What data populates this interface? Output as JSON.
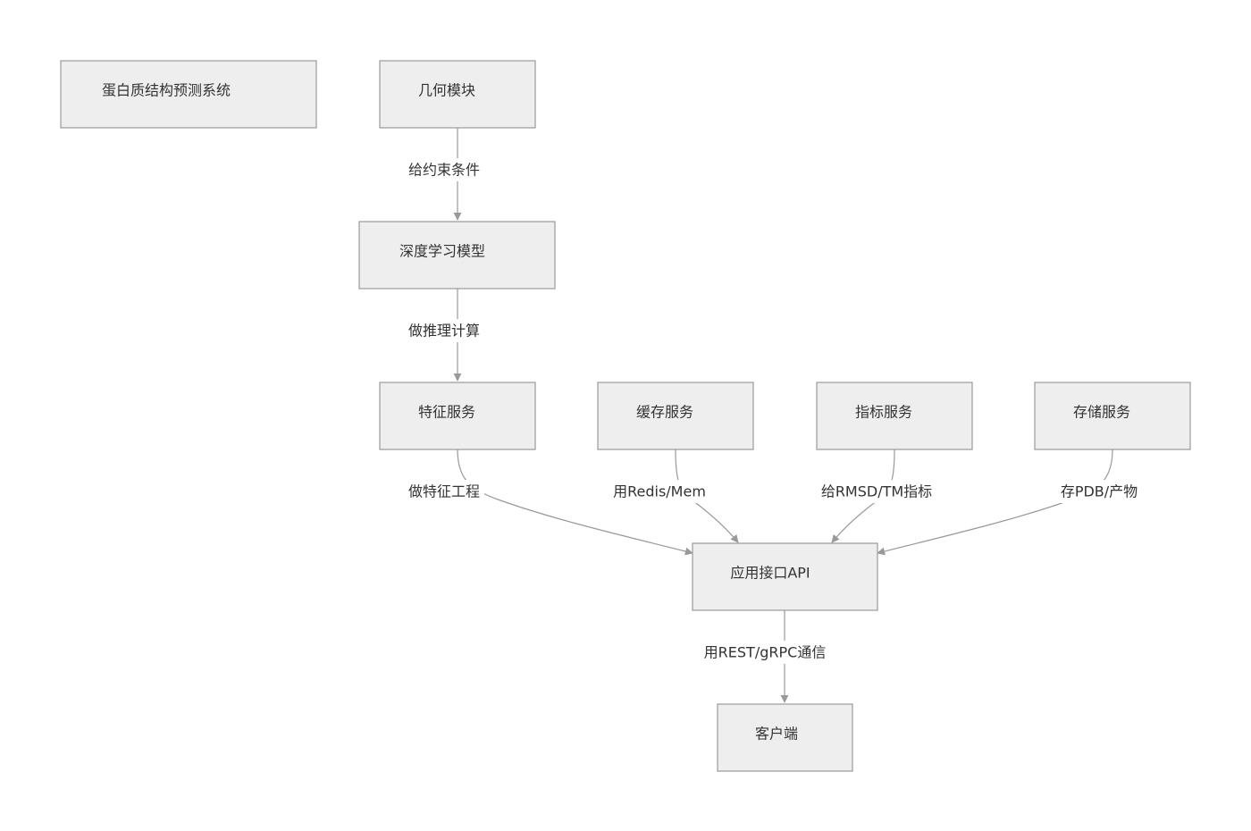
{
  "diagram": {
    "nodes": [
      {
        "id": "title",
        "label": "蛋白质结构预测系统"
      },
      {
        "id": "geometry",
        "label": "几何模块"
      },
      {
        "id": "model",
        "label": "深度学习模型"
      },
      {
        "id": "feature",
        "label": "特征服务"
      },
      {
        "id": "cache",
        "label": "缓存服务"
      },
      {
        "id": "metric",
        "label": "指标服务"
      },
      {
        "id": "storage",
        "label": "存储服务"
      },
      {
        "id": "api",
        "label": "应用接口API"
      },
      {
        "id": "client",
        "label": "客户端"
      }
    ],
    "edges": [
      {
        "from": "geometry",
        "to": "model",
        "label": "给约束条件"
      },
      {
        "from": "model",
        "to": "feature",
        "label": "做推理计算"
      },
      {
        "from": "feature",
        "to": "api",
        "label": "做特征工程"
      },
      {
        "from": "cache",
        "to": "api",
        "label": "用Redis/Mem"
      },
      {
        "from": "metric",
        "to": "api",
        "label": "给RMSD/TM指标"
      },
      {
        "from": "storage",
        "to": "api",
        "label": "存PDB/产物"
      },
      {
        "from": "api",
        "to": "client",
        "label": "用REST/gRPC通信"
      }
    ]
  }
}
